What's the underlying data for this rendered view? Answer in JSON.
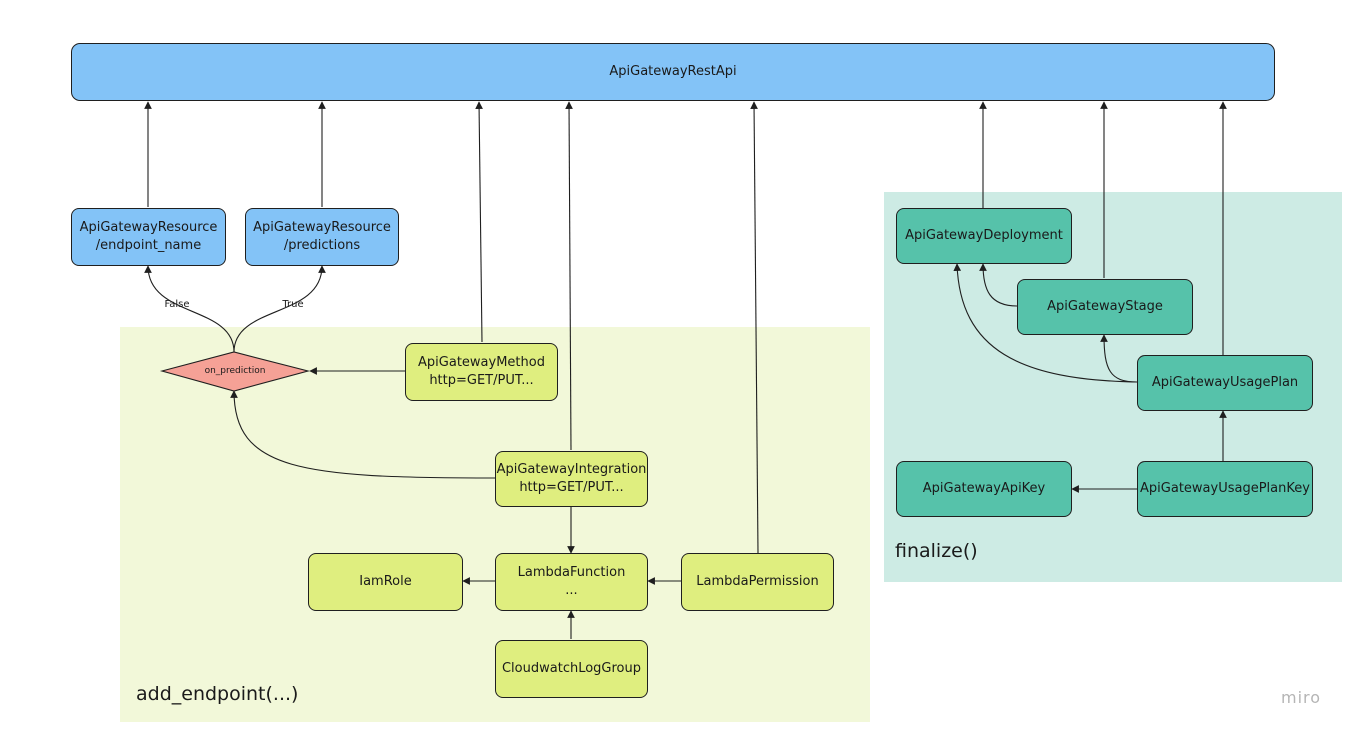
{
  "frames": {
    "add_endpoint": {
      "label": "add_endpoint(...)",
      "color": "#f2f8d9"
    },
    "finalize": {
      "label": "finalize()",
      "color": "#cdebe4"
    }
  },
  "nodes": {
    "rest_api": {
      "lines": [
        "ApiGatewayRestApi"
      ]
    },
    "res_endpoint": {
      "lines": [
        "ApiGatewayResource",
        "/endpoint_name"
      ]
    },
    "res_predictions": {
      "lines": [
        "ApiGatewayResource",
        "/predictions"
      ]
    },
    "method": {
      "lines": [
        "ApiGatewayMethod",
        "http=GET/PUT..."
      ]
    },
    "integration": {
      "lines": [
        "ApiGatewayIntegration",
        "http=GET/PUT..."
      ]
    },
    "iam_role": {
      "lines": [
        "IamRole"
      ]
    },
    "lambda_fn": {
      "lines": [
        "LambdaFunction",
        "..."
      ]
    },
    "lambda_perm": {
      "lines": [
        "LambdaPermission"
      ]
    },
    "log_group": {
      "lines": [
        "CloudwatchLogGroup"
      ]
    },
    "deployment": {
      "lines": [
        "ApiGatewayDeployment"
      ]
    },
    "stage": {
      "lines": [
        "ApiGatewayStage"
      ]
    },
    "usage_plan": {
      "lines": [
        "ApiGatewayUsagePlan"
      ]
    },
    "api_key": {
      "lines": [
        "ApiGatewayApiKey"
      ]
    },
    "usage_plan_key": {
      "lines": [
        "ApiGatewayUsagePlanKey"
      ]
    }
  },
  "decision": {
    "label": "on_prediction"
  },
  "edge_labels": {
    "false": "False",
    "true": "True"
  },
  "colors": {
    "blue": "#83c3f7",
    "lime": "#dfee7f",
    "teal": "#56c2aa",
    "decision": "#f5a196",
    "edge": "#1f1f1f"
  },
  "watermark": "miro"
}
